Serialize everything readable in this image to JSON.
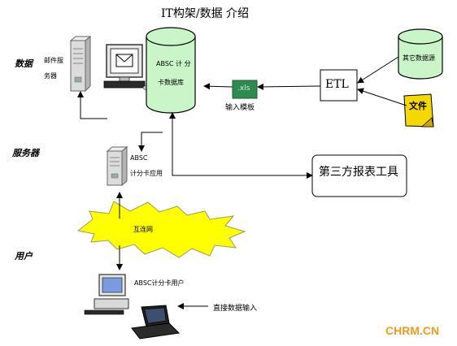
{
  "title": "IT构架/数据 介绍",
  "sections": {
    "data": "数据",
    "server": "服务器",
    "user": "用户"
  },
  "nodes": {
    "mail_server_l1": "邮件服",
    "mail_server_l2": "务器",
    "db_l1": "ABSC 计 分",
    "db_l2": "卡数据库",
    "xls": ".xls",
    "input_template": "输入模板",
    "etl": "ETL",
    "other_source": "其它数据源",
    "file": "文件",
    "app_l1": "ABSC",
    "app_l2": "计分卡应用",
    "third_party": "第三方报表工具",
    "intranet": "互连网",
    "absc_user": "ABSC计分卡用户",
    "direct_input": "直接数据输入"
  },
  "watermark": "CHRM.CN",
  "colors": {
    "cylinder": "#c9f5c9",
    "xls_box": "#2f8a52",
    "file_note": "#f5d800",
    "watermark": "#f39a1e"
  }
}
